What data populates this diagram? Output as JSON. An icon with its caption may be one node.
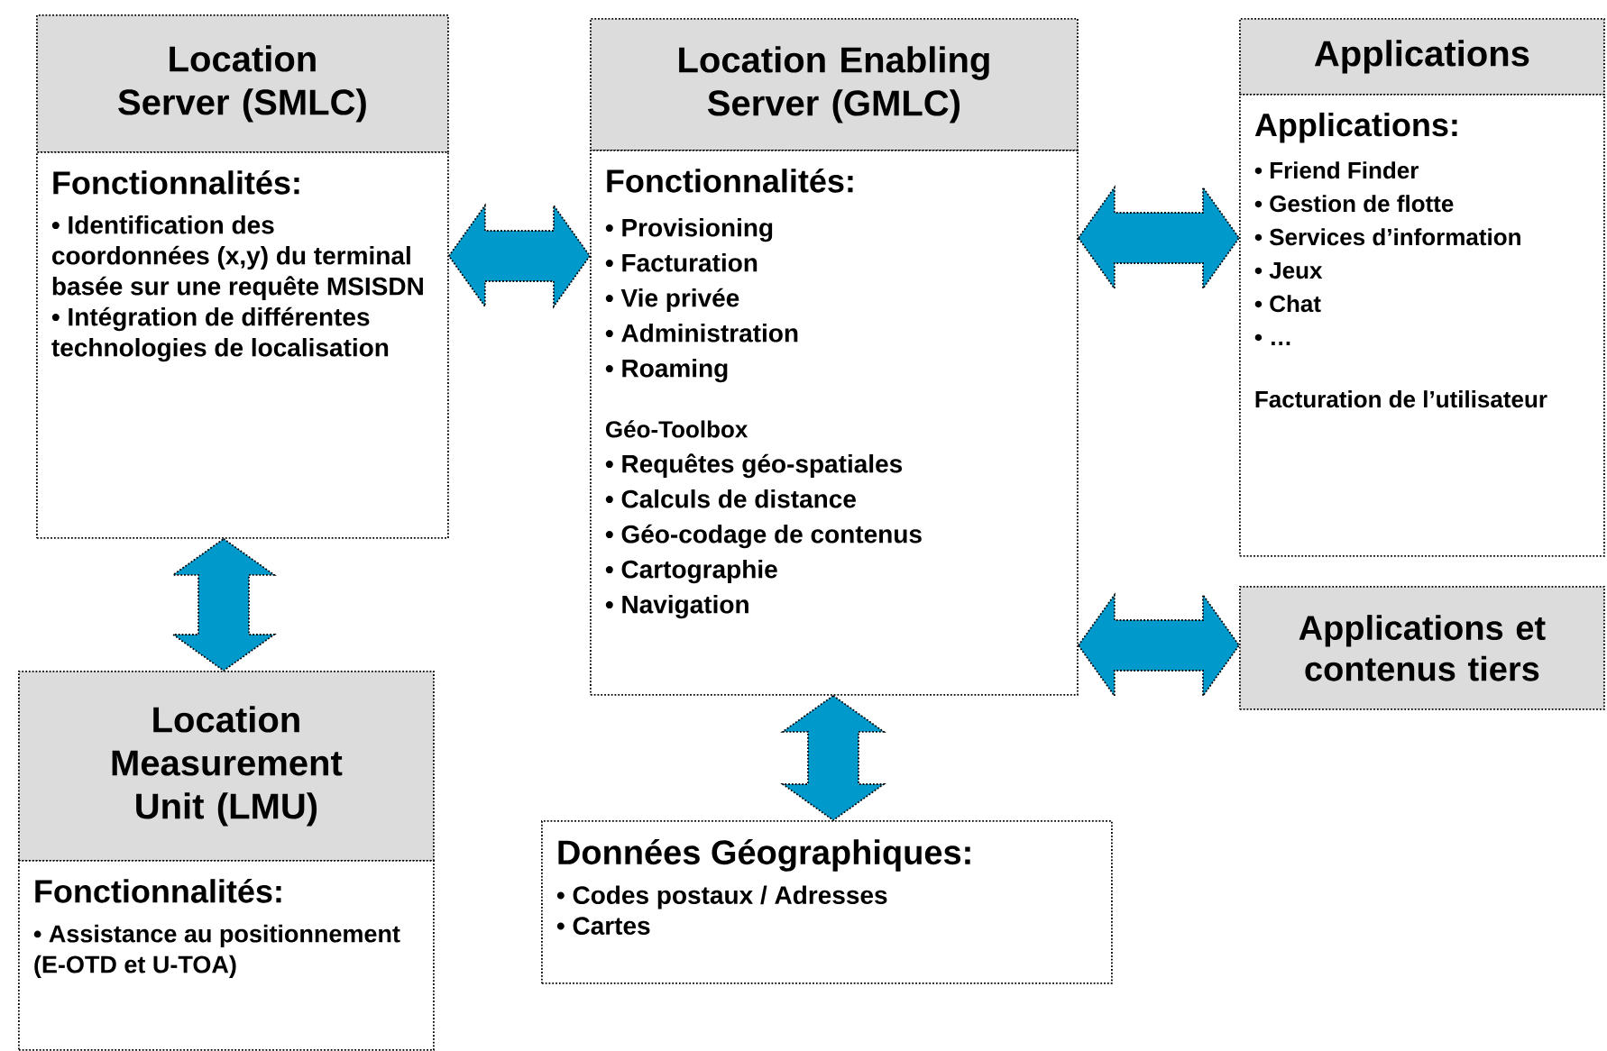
{
  "diagram": {
    "nodes": [
      {
        "text": [
          "Location Server (SMLC)"
        ]
      },
      {
        "text": [
          "Fonctionnalités:",
          "• Identification des coordonnées (x,y) du terminal basée sur une requête MSISDN",
          "• Intégration de différentes technologies de localisation"
        ]
      },
      {
        "text": [
          "Location Enabling Server (GMLC)"
        ]
      },
      {
        "text": [
          "Fonctionnalités:",
          "• Provisioning",
          "• Facturation",
          "• Vie privée",
          "• Administration",
          "• Roaming",
          "Géo-Toolbox",
          "• Requêtes géo-spatiales",
          "• Calculs de distance",
          "• Géo-codage de contenus",
          "• Cartographie",
          "• Navigation"
        ]
      },
      {
        "text": [
          "Applications"
        ]
      },
      {
        "text": [
          "Applications:",
          "• Friend Finder",
          "• Gestion de flotte",
          "• Services d’information",
          "• Jeux",
          "• Chat",
          "• …",
          "Facturation de l’utilisateur"
        ]
      },
      {
        "text": [
          "Applications et contenus tiers"
        ]
      },
      {
        "text": [
          "Location Measurement Unit (LMU)"
        ]
      },
      {
        "text": [
          "Fonctionnalités:",
          "• Assistance au positionnement (E-OTD et U-TOA)"
        ]
      },
      {
        "text": [
          "Données Géographiques:",
          "• Codes postaux / Adresses",
          "• Cartes"
        ]
      }
    ],
    "edges": [
      {
        "from": 1,
        "to": 3,
        "arrow": "both"
      },
      {
        "from": 3,
        "to": 5,
        "arrow": "both"
      },
      {
        "from": 3,
        "to": 6,
        "arrow": "both"
      },
      {
        "from": 1,
        "to": 7,
        "arrow": "both"
      },
      {
        "from": 3,
        "to": 9,
        "arrow": "both"
      }
    ]
  }
}
